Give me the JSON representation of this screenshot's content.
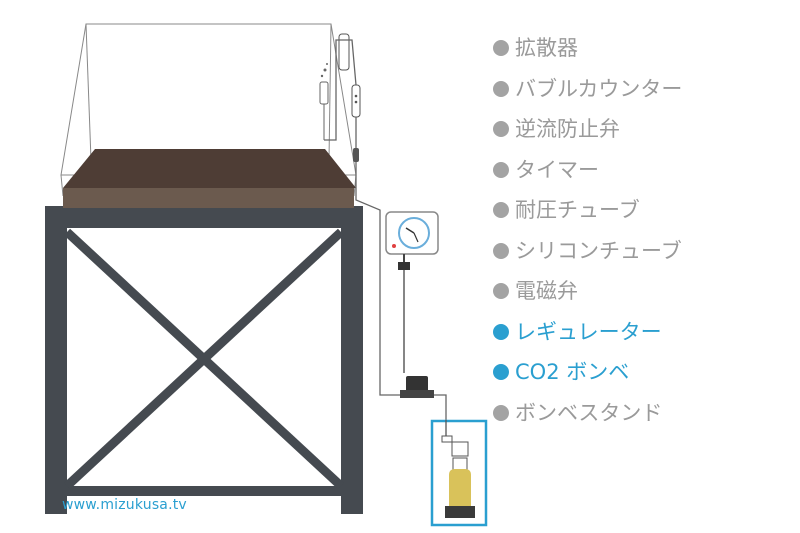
{
  "legend": {
    "items": [
      {
        "label": "拡散器",
        "active": false
      },
      {
        "label": "バブルカウンター",
        "active": false
      },
      {
        "label": "逆流防止弁",
        "active": false
      },
      {
        "label": "タイマー",
        "active": false
      },
      {
        "label": "耐圧チューブ",
        "active": false
      },
      {
        "label": "シリコンチューブ",
        "active": false
      },
      {
        "label": "電磁弁",
        "active": false
      },
      {
        "label": "レギュレーター",
        "active": true
      },
      {
        "label": "CO2 ボンベ",
        "active": true
      },
      {
        "label": "ボンベスタンド",
        "active": false
      }
    ]
  },
  "watermark": "www.mizukusa.tv",
  "colors": {
    "stand": "#454a50",
    "substrate": "#4e3d35",
    "highlight": "#2a9fd0",
    "legend_text": "#9a9a9a",
    "cylinder": "#d9c25a"
  }
}
